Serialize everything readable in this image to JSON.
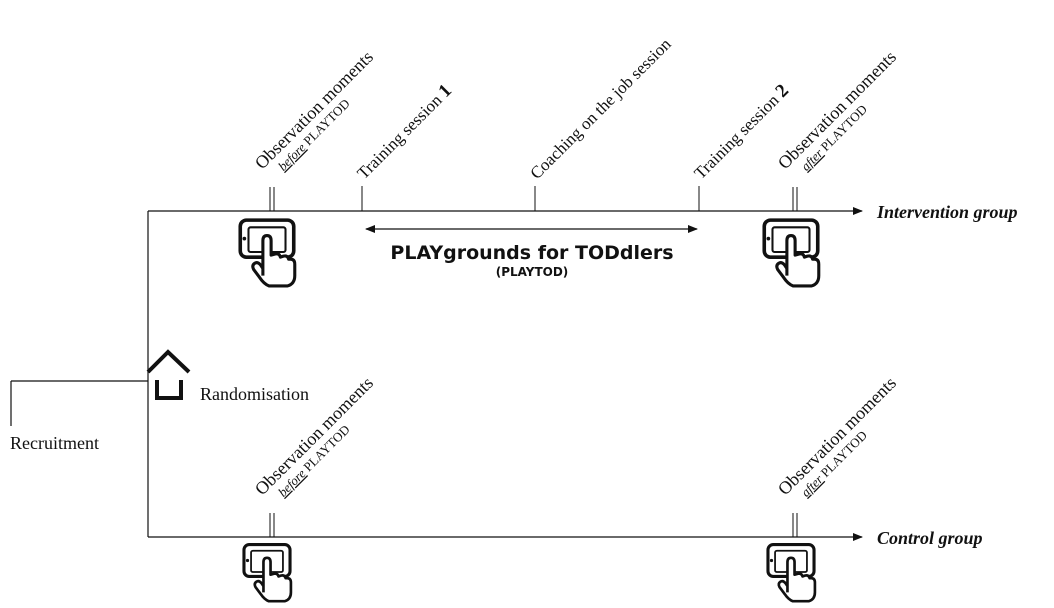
{
  "labels": {
    "recruitment": "Recruitment",
    "randomisation": "Randomisation",
    "intervention_group": "Intervention group",
    "control_group": "Control group",
    "program_title": "PLAYgrounds for TODdlers",
    "program_abbrev": "(PLAYTOD)"
  },
  "obs_labels": {
    "title": "Observation moments",
    "before_word": "before",
    "after_word": "after",
    "suffix": " PLAYTOD"
  },
  "sessions": {
    "training1_text": "Training session ",
    "training1_num": "1",
    "coaching": "Coaching on the job session",
    "training2_text": "Training session ",
    "training2_num": "2"
  },
  "icons": [
    "tablet-touch-icon",
    "house-icon",
    "arrow-icon"
  ]
}
